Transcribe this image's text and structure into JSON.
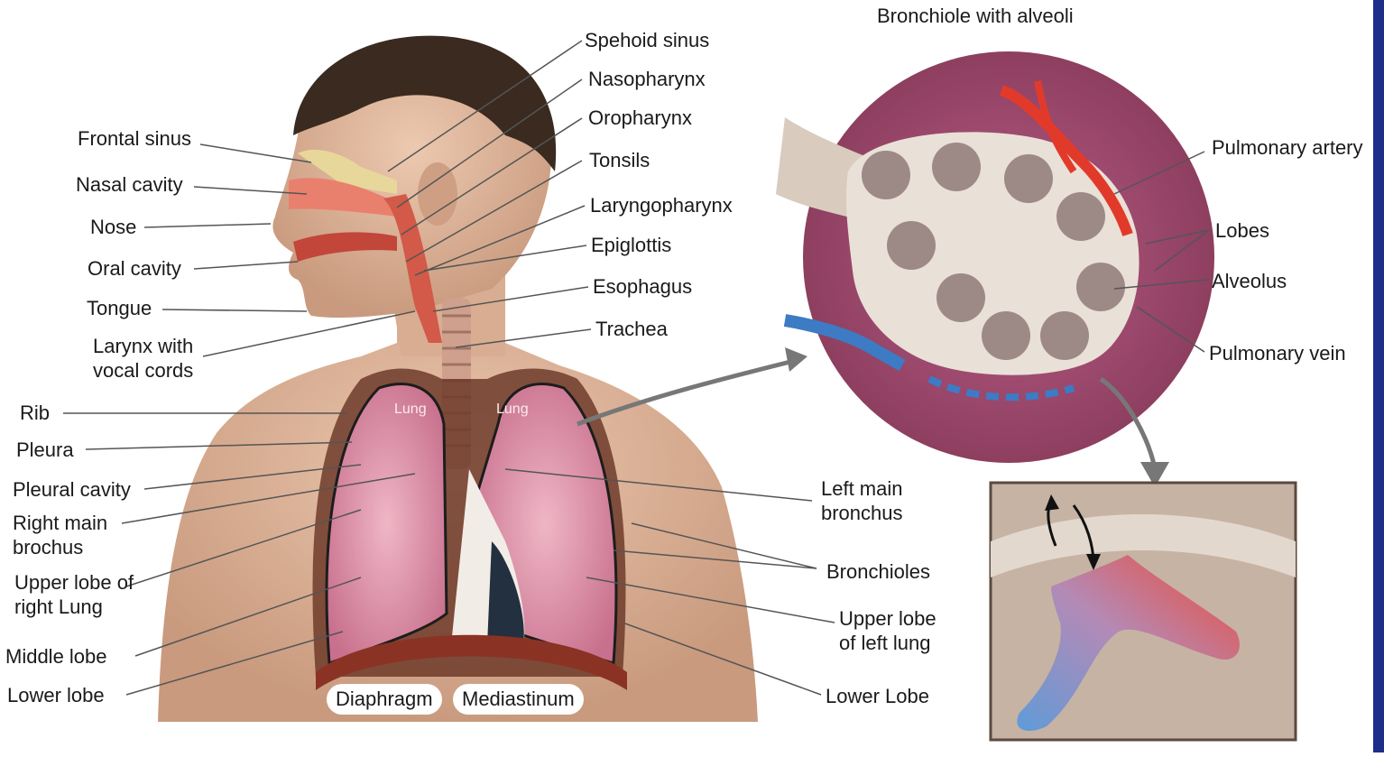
{
  "labels_left": {
    "frontal_sinus": "Frontal sinus",
    "nasal_cavity": "Nasal cavity",
    "nose": "Nose",
    "oral_cavity": "Oral cavity",
    "tongue": "Tongue",
    "larynx": "Larynx with vocal cords",
    "rib": "Rib",
    "pleura": "Pleura",
    "pleural_cavity": "Pleural cavity",
    "right_main_bronchus": "Right main brochus",
    "upper_lobe_right": "Upper lobe of right Lung",
    "middle_lobe": "Middle lobe",
    "lower_lobe": "Lower lobe"
  },
  "labels_center": {
    "sphenoid_sinus": "Spehoid sinus",
    "nasopharynx": "Nasopharynx",
    "oropharynx": "Oropharynx",
    "tonsils": "Tonsils",
    "laryngopharynx": "Laryngopharynx",
    "epiglottis": "Epiglottis",
    "esophagus": "Esophagus",
    "trachea": "Trachea",
    "lung_right": "Lung",
    "lung_left": "Lung",
    "diaphragm": "Diaphragm",
    "mediastinum": "Mediastinum"
  },
  "labels_right": {
    "left_main_bronchus": "Left main bronchus",
    "bronchioles": "Bronchioles",
    "upper_lobe_left": "Upper lobe of left lung",
    "lower_lobe_left": "Lower Lobe"
  },
  "inset": {
    "title": "Bronchiole with alveoli",
    "pulmonary_artery": "Pulmonary artery",
    "lobes": "Lobes",
    "alveolus": "Alveolus",
    "pulmonary_vein": "Pulmonary vein"
  },
  "colors": {
    "skin": "#ddb79c",
    "lung": "#d98aa3",
    "inset_bg": "#9a4769",
    "artery": "#e23a2a",
    "vein": "#3d7bc4",
    "frame": "#1f2d8a"
  }
}
